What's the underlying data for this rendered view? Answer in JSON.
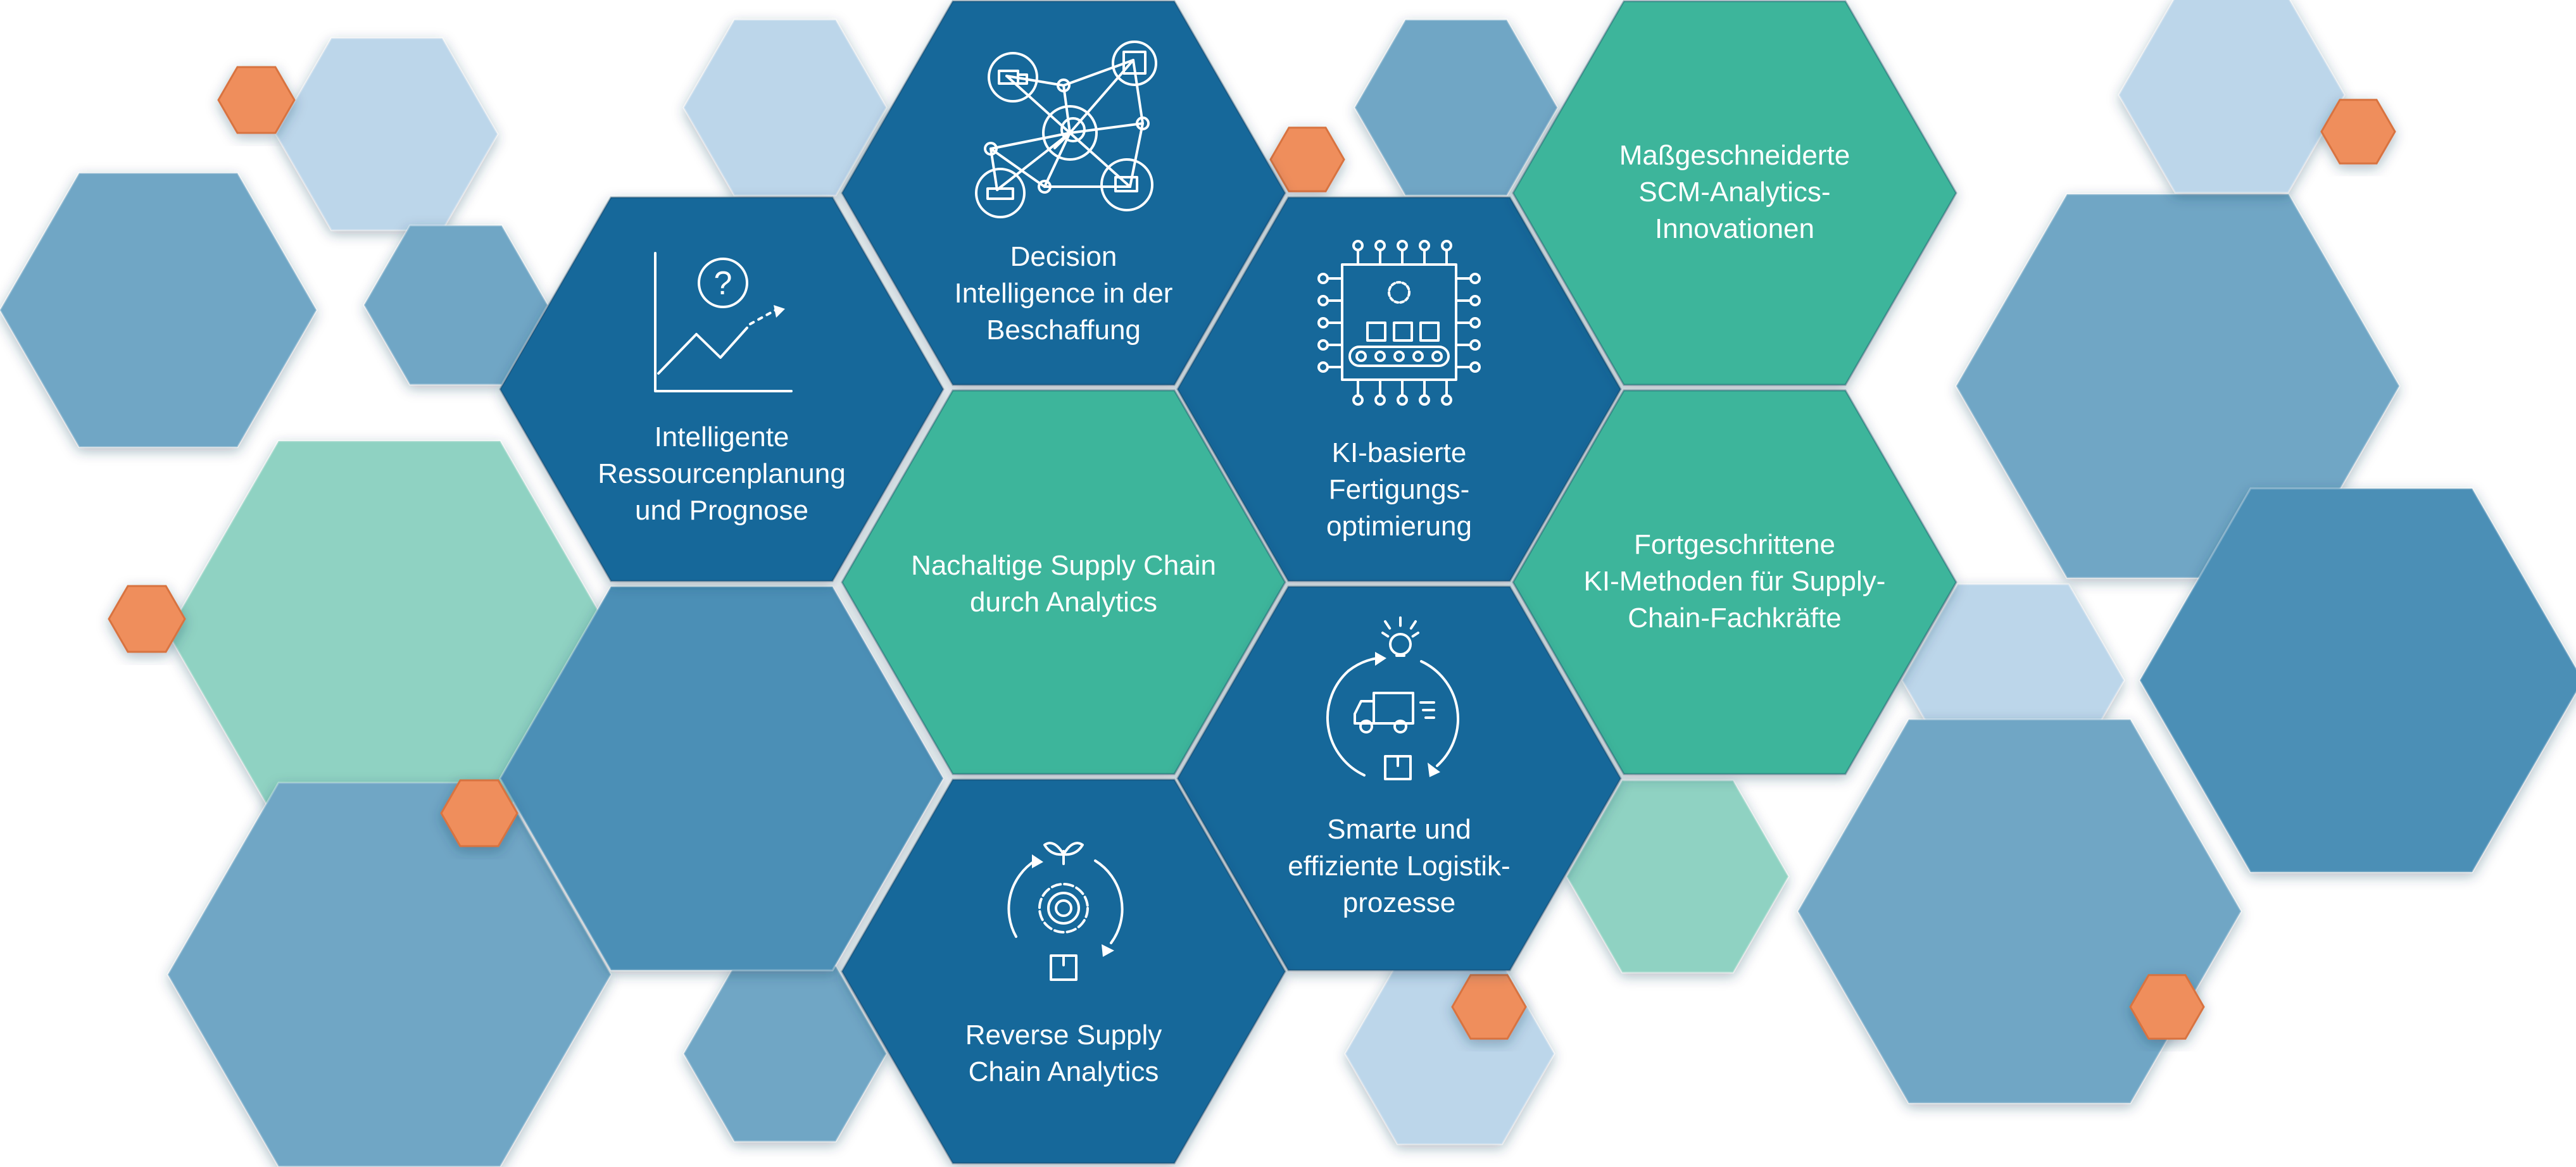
{
  "colors": {
    "dark_blue": "#17679a",
    "mid_blue": "#4c8fb6",
    "light_blue": "#6fa6c5",
    "pale_blue": "#bcd6ea",
    "green": "#3eb59b",
    "pale_green": "#8fd2c2",
    "orange": "#ef8e5b"
  },
  "topics": [
    {
      "id": "decision",
      "lines": [
        "Decision",
        "Intelligence in der",
        "Beschaffung"
      ],
      "icon": "network-icon"
    },
    {
      "id": "ressourcen",
      "lines": [
        "Intelligente",
        "Ressourcenplanung",
        "und  Prognose"
      ],
      "icon": "chart-question-icon"
    },
    {
      "id": "ki_fertigung",
      "lines": [
        "KI-basierte",
        "Fertigungs-",
        "optimierung"
      ],
      "icon": "chip-conveyor-icon"
    },
    {
      "id": "massgeschneidert",
      "lines": [
        "Maßgeschneiderte",
        "SCM-Analytics-",
        "Innovationen"
      ],
      "icon": ""
    },
    {
      "id": "nachhaltig",
      "lines": [
        "Nachaltige Supply Chain",
        "durch Analytics"
      ],
      "icon": ""
    },
    {
      "id": "fortgeschritten",
      "lines": [
        "Fortgeschrittene",
        "KI-Methoden für Supply-",
        "Chain-Fachkräfte"
      ],
      "icon": ""
    },
    {
      "id": "logistik",
      "lines": [
        "Smarte und",
        "effiziente Logistik-",
        "prozesse"
      ],
      "icon": "truck-cycle-icon"
    },
    {
      "id": "reverse",
      "lines": [
        "Reverse Supply",
        "Chain Analytics"
      ],
      "icon": "gear-cycle-icon"
    }
  ]
}
